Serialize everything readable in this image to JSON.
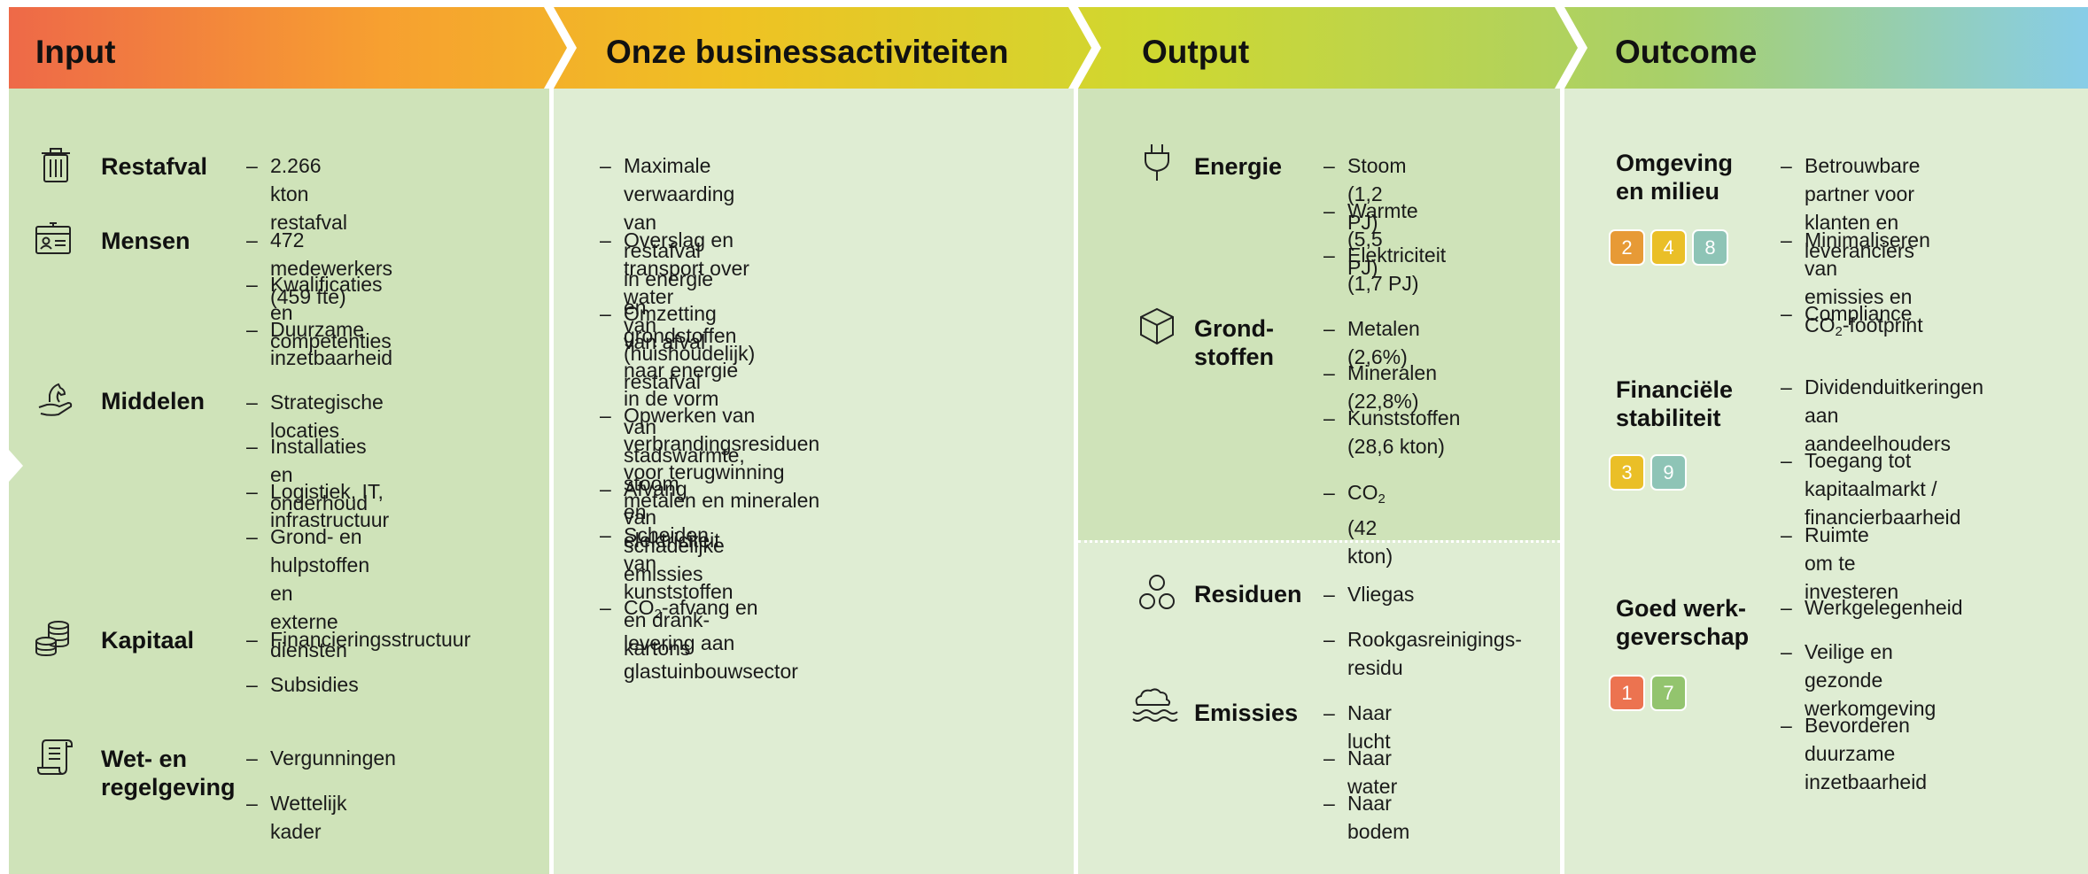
{
  "header": {
    "input": "Input",
    "business": "Onze businessactiviteiten",
    "output": "Output",
    "outcome": "Outcome",
    "gradient_colors": [
      "#ee6948",
      "#f7a030",
      "#efc223",
      "#cfd830",
      "#a8d06a",
      "#87cde8"
    ]
  },
  "input": {
    "restafval": {
      "label": "Restafval",
      "icon": "trash-bin-icon",
      "items": [
        "2.266 kton restafval"
      ]
    },
    "mensen": {
      "label": "Mensen",
      "icon": "id-card-icon",
      "items": [
        "472 medewerkers (459 fte)",
        "Kwalificaties en competenties",
        "Duurzame inzetbaarheid"
      ]
    },
    "middelen": {
      "label": "Middelen",
      "icon": "hand-chess-knight-icon",
      "items": [
        "Strategische locaties",
        "Installaties en onderhoud",
        "Logistiek, IT, infrastructuur",
        "Grond- en hulpstoffen en\nexterne diensten"
      ]
    },
    "kapitaal": {
      "label": "Kapitaal",
      "icon": "coin-stack-icon",
      "items": [
        "Financieringsstructuur",
        "Subsidies"
      ]
    },
    "wet": {
      "label": "Wet- en\nregelgeving",
      "icon": "document-scroll-icon",
      "items": [
        "Vergunningen",
        "Wettelijk kader"
      ]
    }
  },
  "business": {
    "items": [
      "Maximale verwaarding van restafval\nin energie en grondstoffen",
      "Overslag en transport over water\nvan (huishoudelijk) restafval",
      "Omzetting van afval naar energie\nin de vorm van stadswarmte, stoom\nen elektriciteit",
      "Opwerken van verbrandingsresiduen\nvoor terugwinning metalen en mineralen",
      "Afvang van schadelijke emissies",
      "Scheiden van kunststoffen en drank-\nkartons"
    ],
    "co2_item": {
      "pre": "CO",
      "sub": "2",
      "post": "-afvang en levering aan\nglastuinbouwsector"
    }
  },
  "output": {
    "energie": {
      "label": "Energie",
      "icon": "plug-icon",
      "items": [
        "Stoom (1,2 PJ)",
        "Warmte (5,5 PJ)",
        "Elektriciteit (1,7 PJ)"
      ]
    },
    "grondstoffen": {
      "label": "Grond-\nstoffen",
      "icon": "cube-icon",
      "items": [
        "Metalen (2,6%)",
        "Mineralen (22,8%)",
        "Kunststoffen\n(28,6 kton)"
      ],
      "co2": {
        "pre": "CO",
        "sub": "2",
        "post": " (42 kton)"
      }
    },
    "residuen": {
      "label": "Residuen",
      "icon": "circles-icon",
      "items": [
        "Vliegas",
        "Rookgasreinigings-\nresidu"
      ]
    },
    "emissies": {
      "label": "Emissies",
      "icon": "cloud-water-icon",
      "items": [
        "Naar lucht",
        "Naar water",
        "Naar bodem"
      ]
    }
  },
  "outcome": {
    "omgeving": {
      "label": "Omgeving\nen milieu",
      "sdgs": [
        {
          "n": "2",
          "color": "#e79a36"
        },
        {
          "n": "4",
          "color": "#eabf27"
        },
        {
          "n": "8",
          "color": "#8ec4b6"
        }
      ],
      "items": [
        "Betrouwbare partner voor\nklanten en leveranciers"
      ],
      "co2_item": {
        "pre": "Minimaliseren van\nemissies en CO",
        "sub": "2",
        "post": "-footprint"
      },
      "items2": [
        "Compliance"
      ]
    },
    "financieel": {
      "label": "Financiële\nstabiliteit",
      "sdgs": [
        {
          "n": "3",
          "color": "#eabf27"
        },
        {
          "n": "9",
          "color": "#8ec4b6"
        }
      ],
      "items": [
        "Dividenduitkeringen aan\naandeelhouders",
        "Toegang tot kapitaalmarkt /\nfinancierbaarheid",
        "Ruimte om te investeren"
      ]
    },
    "werkgever": {
      "label": "Goed werk-\ngeverschap",
      "sdgs": [
        {
          "n": "1",
          "color": "#ec7350"
        },
        {
          "n": "7",
          "color": "#93c46e"
        }
      ],
      "items": [
        "Werkgelegenheid",
        "Veilige en gezonde\nwerkomgeving",
        "Bevorderen duurzame\ninzetbaarheid"
      ]
    }
  }
}
